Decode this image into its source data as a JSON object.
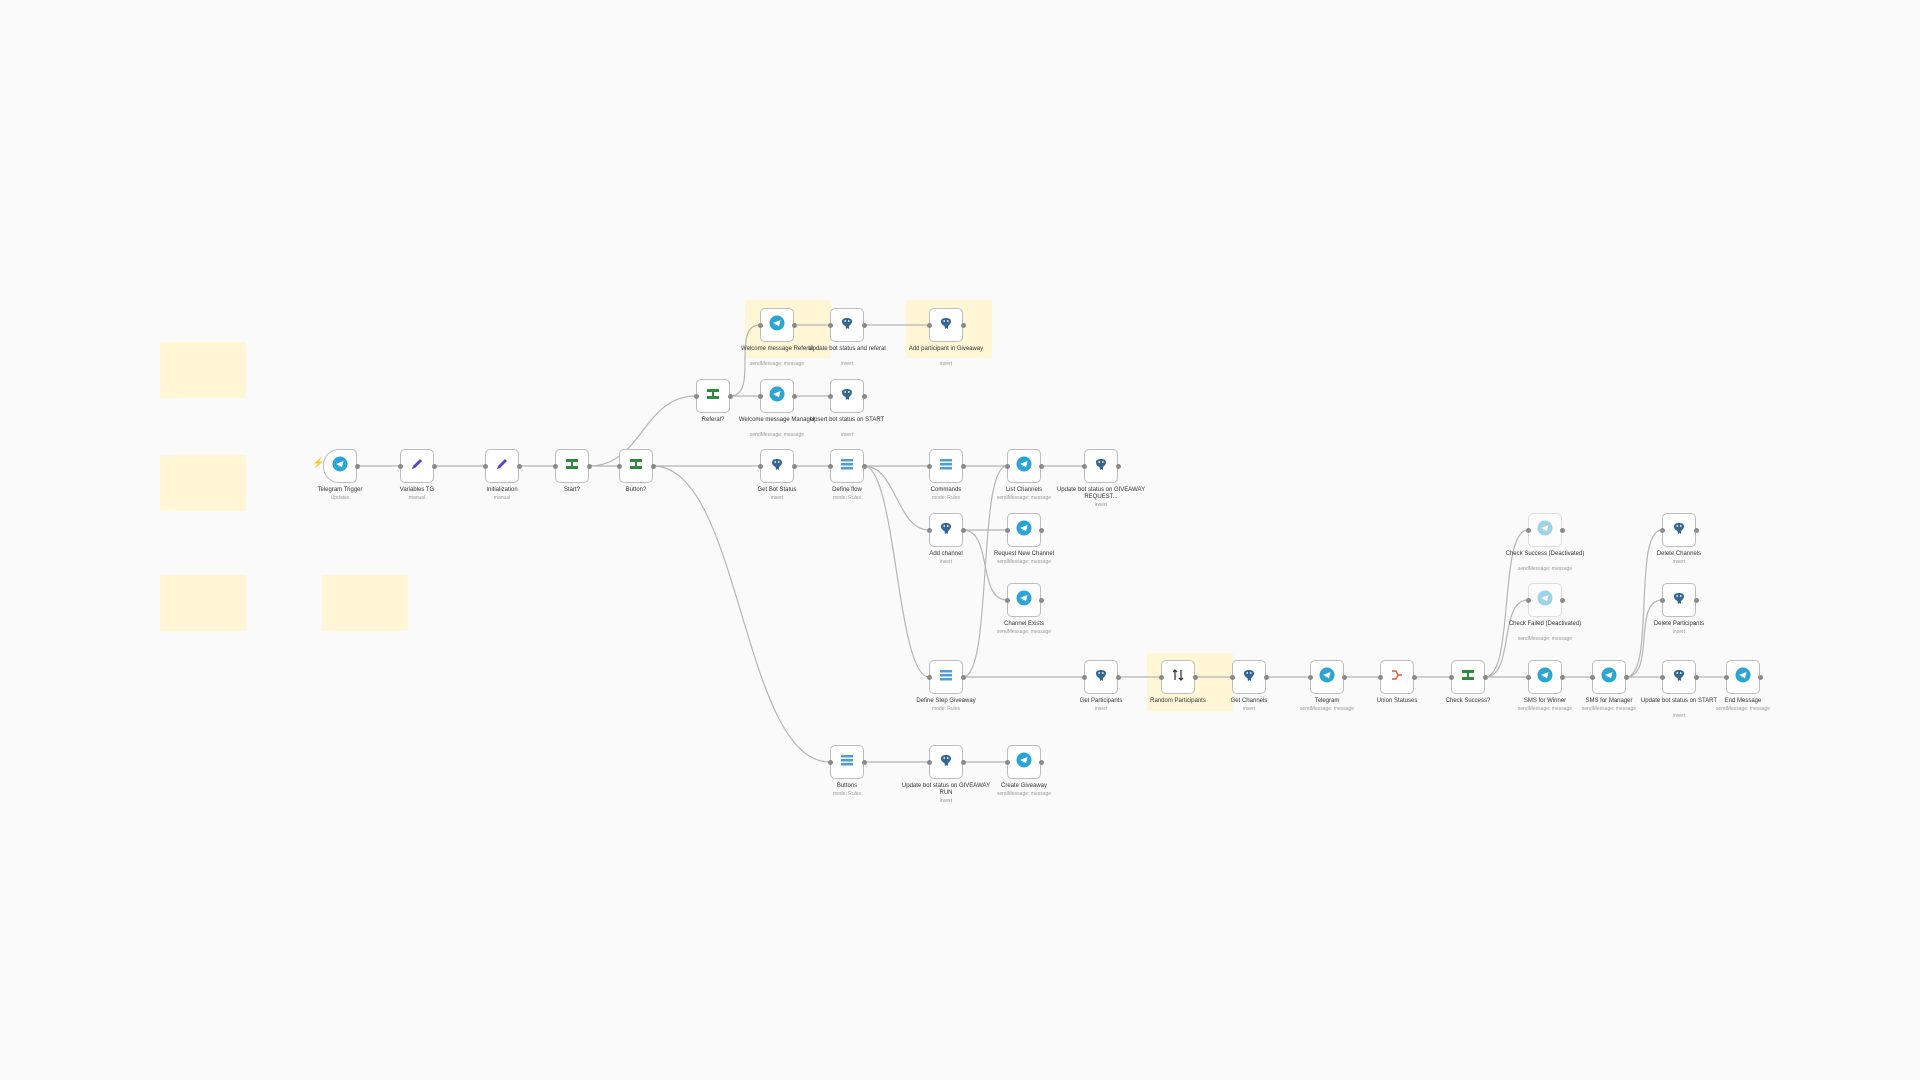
{
  "colors": {
    "background": "#fafafa",
    "sticky": "#fff6d6",
    "edge": "#b5b5b5",
    "telegram": "#2aa5d6",
    "postgres": "#336791",
    "edit": "#5b3fd1",
    "if_node": "#2e8b3d",
    "switch_node": "#4a9fe0",
    "random": "#3b3b3b",
    "merge": "#e25a3b",
    "trigger_bolt": "#ff5a5a"
  },
  "nodes": [
    {
      "id": "tg_trigger",
      "label": "Telegram Trigger",
      "sub": "Updates",
      "icon": "telegram-icon"
    },
    {
      "id": "variables",
      "label": "Variables TG",
      "sub": "manual",
      "icon": "pencil-icon"
    },
    {
      "id": "init",
      "label": "Initialization",
      "sub": "manual",
      "icon": "pencil-icon"
    },
    {
      "id": "start",
      "label": "Start?",
      "sub": "",
      "icon": "if-icon"
    },
    {
      "id": "button",
      "label": "Button?",
      "sub": "",
      "icon": "if-icon"
    },
    {
      "id": "referal",
      "label": "Referal?",
      "sub": "",
      "icon": "if-icon"
    },
    {
      "id": "welcome_ref",
      "label": "Welcome message Referal",
      "sub": "sendMessage: message",
      "icon": "telegram-icon"
    },
    {
      "id": "update_ref",
      "label": "Update bot status and referal",
      "sub": "insert",
      "icon": "postgres-icon"
    },
    {
      "id": "add_part",
      "label": "Add participant in Giveaway",
      "sub": "insert",
      "icon": "postgres-icon"
    },
    {
      "id": "welcome_mgr",
      "label": "Welcome message Manager",
      "sub": "sendMessage: message",
      "icon": "telegram-icon"
    },
    {
      "id": "upsert_start",
      "label": "Upsert bot status on START",
      "sub": "insert",
      "icon": "postgres-icon"
    },
    {
      "id": "get_bot",
      "label": "Get Bot Status",
      "sub": "insert",
      "icon": "postgres-icon"
    },
    {
      "id": "define_flow",
      "label": "Define flow",
      "sub": "mode: Rules",
      "icon": "switch-icon"
    },
    {
      "id": "commands",
      "label": "Commands",
      "sub": "mode: Rules",
      "icon": "switch-icon"
    },
    {
      "id": "list_channels",
      "label": "List Channels",
      "sub": "sendMessage: message",
      "icon": "telegram-icon"
    },
    {
      "id": "update_gw_req",
      "label": "Update bot status on GIVEAWAY REQUEST...",
      "sub": "insert",
      "icon": "postgres-icon"
    },
    {
      "id": "add_channel",
      "label": "Add channel",
      "sub": "insert",
      "icon": "postgres-icon"
    },
    {
      "id": "req_new_ch",
      "label": "Request New Channel",
      "sub": "sendMessage: message",
      "icon": "telegram-icon"
    },
    {
      "id": "ch_exists",
      "label": "Channel Exists",
      "sub": "sendMessage: message",
      "icon": "telegram-icon"
    },
    {
      "id": "define_step",
      "label": "Define Step Giveaway",
      "sub": "mode: Rules",
      "icon": "switch-icon"
    },
    {
      "id": "get_parts",
      "label": "Get Participants",
      "sub": "insert",
      "icon": "postgres-icon"
    },
    {
      "id": "random_parts",
      "label": "Random Participants",
      "sub": "",
      "icon": "sort-icon"
    },
    {
      "id": "get_channels",
      "label": "Get Channels",
      "sub": "insert",
      "icon": "postgres-icon"
    },
    {
      "id": "telegram",
      "label": "Telegram",
      "sub": "sendMessage: message",
      "icon": "telegram-icon"
    },
    {
      "id": "union",
      "label": "Union Statuses",
      "sub": "",
      "icon": "merge-icon"
    },
    {
      "id": "check_success",
      "label": "Check Success?",
      "sub": "",
      "icon": "if-icon"
    },
    {
      "id": "cs_deact",
      "label": "Check Success (Deactivated)",
      "sub": "sendMessage: message",
      "icon": "telegram-icon"
    },
    {
      "id": "cf_deact",
      "label": "Check Failed (Deactivated)",
      "sub": "sendMessage: message",
      "icon": "telegram-icon"
    },
    {
      "id": "sms_winner",
      "label": "SMS for Winner",
      "sub": "sendMessage: message",
      "icon": "telegram-icon"
    },
    {
      "id": "sms_manager",
      "label": "SMS for Manager",
      "sub": "sendMessage: message",
      "icon": "telegram-icon"
    },
    {
      "id": "update_start",
      "label": "Update bot status on START",
      "sub": "insert",
      "icon": "postgres-icon"
    },
    {
      "id": "end_msg",
      "label": "End Message",
      "sub": "sendMessage: message",
      "icon": "telegram-icon"
    },
    {
      "id": "delete_channels",
      "label": "Delete Channels",
      "sub": "insert",
      "icon": "postgres-icon"
    },
    {
      "id": "delete_parts",
      "label": "Delete Participants",
      "sub": "insert",
      "icon": "postgres-icon"
    },
    {
      "id": "buttons",
      "label": "Buttons",
      "sub": "mode: Rules",
      "icon": "switch-icon"
    },
    {
      "id": "update_gw_run",
      "label": "Update bot status on GIVEAWAY RUN",
      "sub": "insert",
      "icon": "postgres-icon"
    },
    {
      "id": "create_gw",
      "label": "Create Giveaway",
      "sub": "sendMessage: message",
      "icon": "telegram-icon"
    }
  ]
}
